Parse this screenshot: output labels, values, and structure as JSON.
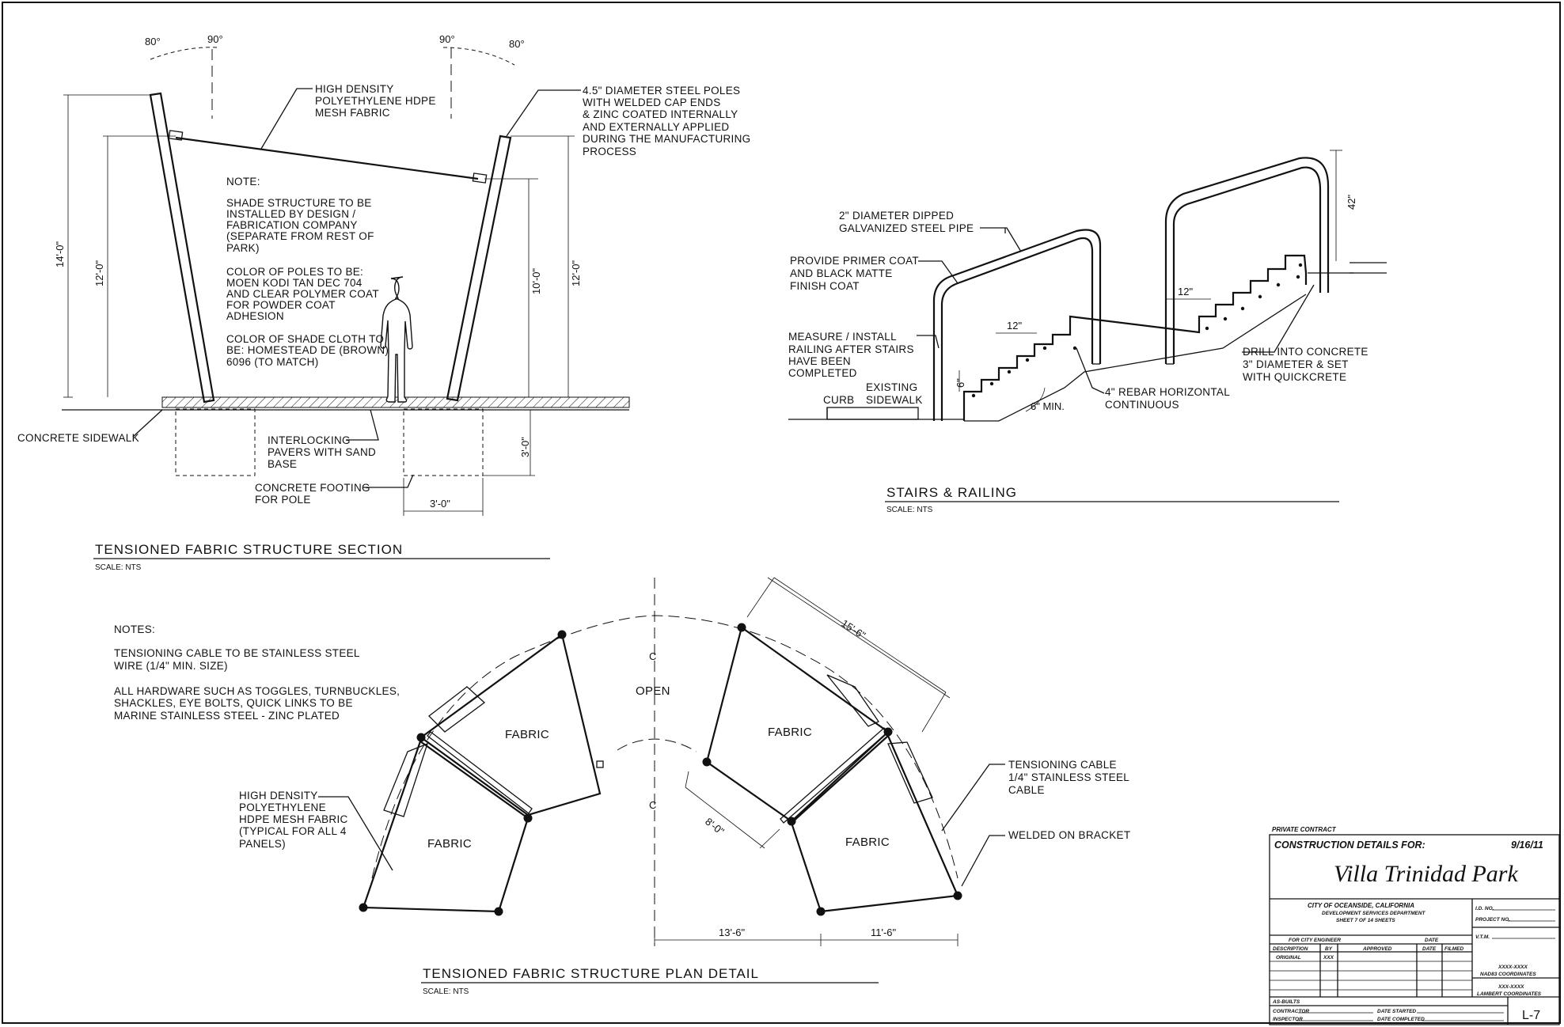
{
  "section": {
    "title": "TENSIONED FABRIC STRUCTURE SECTION",
    "scale": "SCALE: NTS",
    "angles": [
      "80°",
      "90°",
      "90°",
      "80°"
    ],
    "dims": [
      "14'-0\"",
      "12'-0\"",
      "10'-0\"",
      "12'-0\"",
      "3'-0\"",
      "3'-0\""
    ],
    "callouts": {
      "fabric": [
        "HIGH DENSITY",
        "POLYETHYLENE HDPE",
        "MESH FABRIC"
      ],
      "poles": [
        "4.5\" DIAMETER STEEL POLES",
        "WITH WELDED CAP ENDS",
        "& ZINC COATED INTERNALLY",
        "AND EXTERNALLY APPLIED",
        "DURING THE MANUFACTURING",
        "PROCESS"
      ],
      "sidewalk": [
        "CONCRETE SIDEWALK"
      ],
      "pavers": [
        "INTERLOCKING",
        "PAVERS WITH SAND",
        "BASE"
      ],
      "footing": [
        "CONCRETE FOOTING",
        "FOR POLE"
      ]
    },
    "note_heading": "NOTE:",
    "notes": [
      [
        "SHADE STRUCTURE TO BE",
        "INSTALLED BY DESIGN /",
        "FABRICATION COMPANY",
        "(SEPARATE FROM REST OF",
        "PARK)"
      ],
      [
        "COLOR OF POLES TO BE:",
        "MOEN KODI TAN DEC 704",
        "AND CLEAR POLYMER COAT",
        "FOR POWDER COAT",
        "ADHESION"
      ],
      [
        "COLOR OF SHADE CLOTH TO",
        "BE: HOMESTEAD DE (BROWN)",
        "6096 (TO MATCH)"
      ]
    ]
  },
  "stairs": {
    "title": "STAIRS & RAILING",
    "scale": "SCALE: NTS",
    "dims": [
      "42\"",
      "12\"",
      "12\"",
      "6\"",
      "6\" MIN."
    ],
    "callouts": {
      "pipe": [
        "2\" DIAMETER DIPPED",
        "GALVANIZED STEEL PIPE"
      ],
      "primer": [
        "PROVIDE PRIMER COAT",
        "AND BLACK MATTE",
        "FINISH COAT"
      ],
      "measure": [
        "MEASURE / INSTALL",
        "RAILING AFTER STAIRS",
        "HAVE BEEN",
        "COMPLETED"
      ],
      "existing": [
        "EXISTING",
        "SIDEWALK"
      ],
      "curb": [
        "CURB"
      ],
      "rebar": [
        "4\" REBAR HORIZONTAL",
        "CONTINUOUS"
      ],
      "drill": [
        "DRILL INTO CONCRETE",
        "3\" DIAMETER & SET",
        "WITH QUICKCRETE"
      ]
    }
  },
  "plan": {
    "title": "TENSIONED FABRIC STRUCTURE PLAN DETAIL",
    "scale": "SCALE: NTS",
    "notes_heading": "NOTES:",
    "notes": [
      [
        "TENSIONING CABLE TO BE STAINLESS STEEL",
        "WIRE (1/4\" MIN. SIZE)"
      ],
      [
        "ALL HARDWARE SUCH AS TOGGLES, TURNBUCKLES,",
        "SHACKLES, EYE BOLTS, QUICK LINKS TO BE",
        "MARINE STAINLESS STEEL - ZINC PLATED"
      ]
    ],
    "fabric_label": "FABRIC",
    "open_label": "OPEN",
    "cl_label": "C",
    "dims": [
      "15'-6\"",
      "8'-0\"",
      "13'-6\"",
      "11'-6\""
    ],
    "callouts": {
      "mesh": [
        "HIGH DENSITY",
        "POLYETHYLENE",
        "HDPE MESH FABRIC",
        "(TYPICAL FOR ALL 4",
        "PANELS)"
      ],
      "cable": [
        "TENSIONING CABLE",
        "1/4\" STAINLESS STEEL",
        "CABLE"
      ],
      "bracket": [
        "WELDED ON BRACKET"
      ]
    }
  },
  "titleblock": {
    "private": "PRIVATE CONTRACT",
    "construction": "CONSTRUCTION DETAILS FOR:",
    "date": "9/16/11",
    "project": "Villa Trinidad Park",
    "city": "CITY OF OCEANSIDE, CALIFORNIA",
    "dept": "DEVELOPMENT SERVICES DEPARTMENT",
    "sheet": "SHEET 7 OF 14 SHEETS",
    "id_no": "I.D. NO.",
    "project_no": "PROJECT NO.",
    "vtm": "V.T.M.",
    "for_city": "FOR CITY ENGINEER",
    "date_col": "DATE",
    "desc": "DESCRIPTION",
    "by": "BY",
    "approved": "APPROVED",
    "date2": "DATE",
    "filmed": "FILMED",
    "original": "ORIGINAL",
    "xxx": "XXX",
    "nad_val": "XXXX-XXXX",
    "nad": "NAD83 COORDINATES",
    "lam_val": "XXX-XXXX",
    "lam": "LAMBERT COORDINATES",
    "asbuilts": "AS-BUILTS",
    "contractor": "CONTRACTOR",
    "inspector": "INSPECTOR",
    "date_started": "DATE STARTED",
    "date_completed": "DATE COMPLETED",
    "sheet_no": "L-7"
  }
}
